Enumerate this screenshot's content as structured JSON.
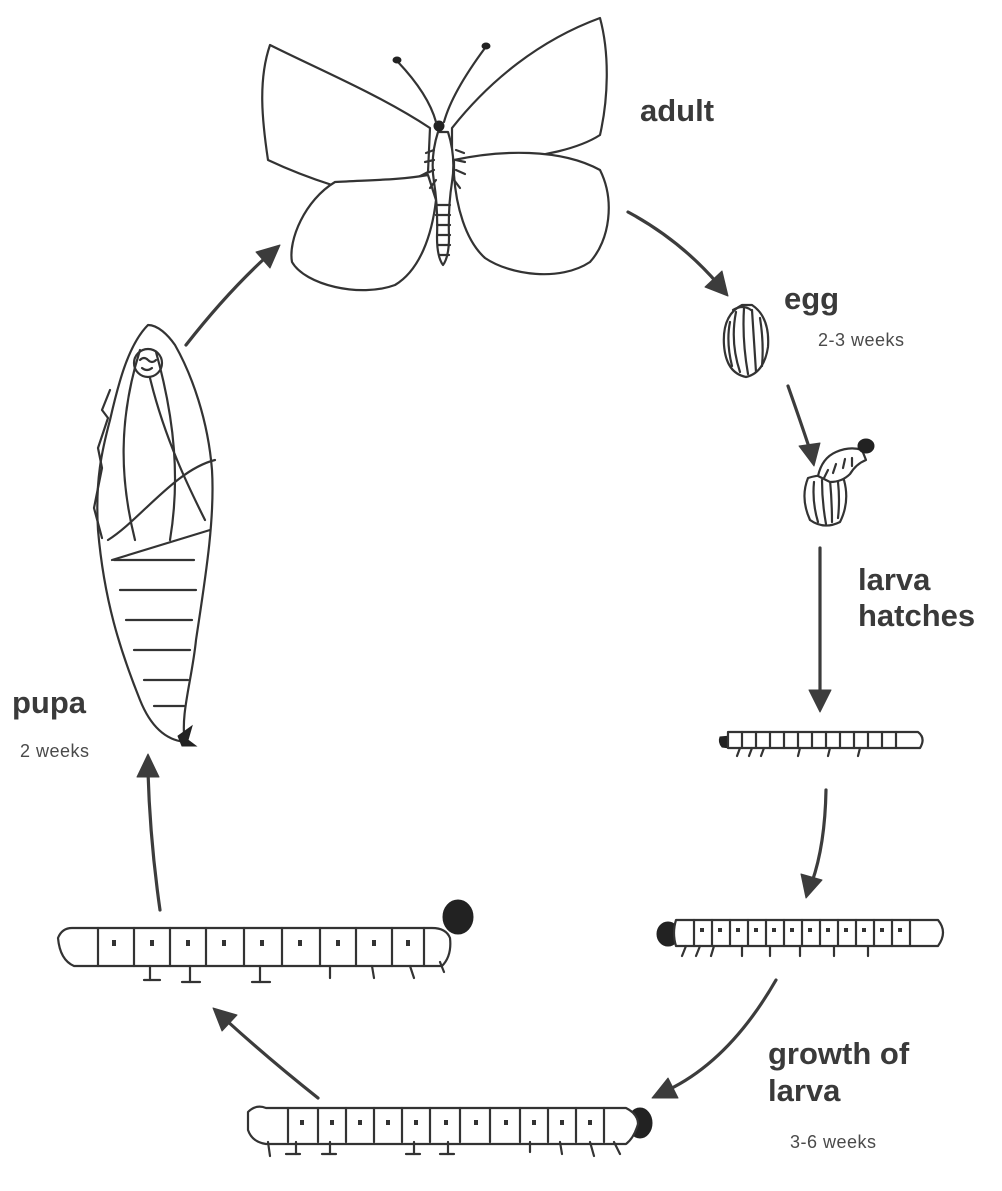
{
  "stages": {
    "adult": {
      "name": "adult"
    },
    "egg": {
      "name": "egg",
      "duration": "2-3 weeks"
    },
    "larva_hatches": {
      "name_line1": "larva",
      "name_line2": "hatches"
    },
    "growth_of_larva": {
      "name_line1": "growth of",
      "name_line2": "larva",
      "duration": "3-6 weeks"
    },
    "pupa": {
      "name": "pupa",
      "duration": "2 weeks"
    }
  },
  "colors": {
    "ink": "#333333",
    "arrow": "#3c3c3c",
    "background": "#ffffff"
  }
}
